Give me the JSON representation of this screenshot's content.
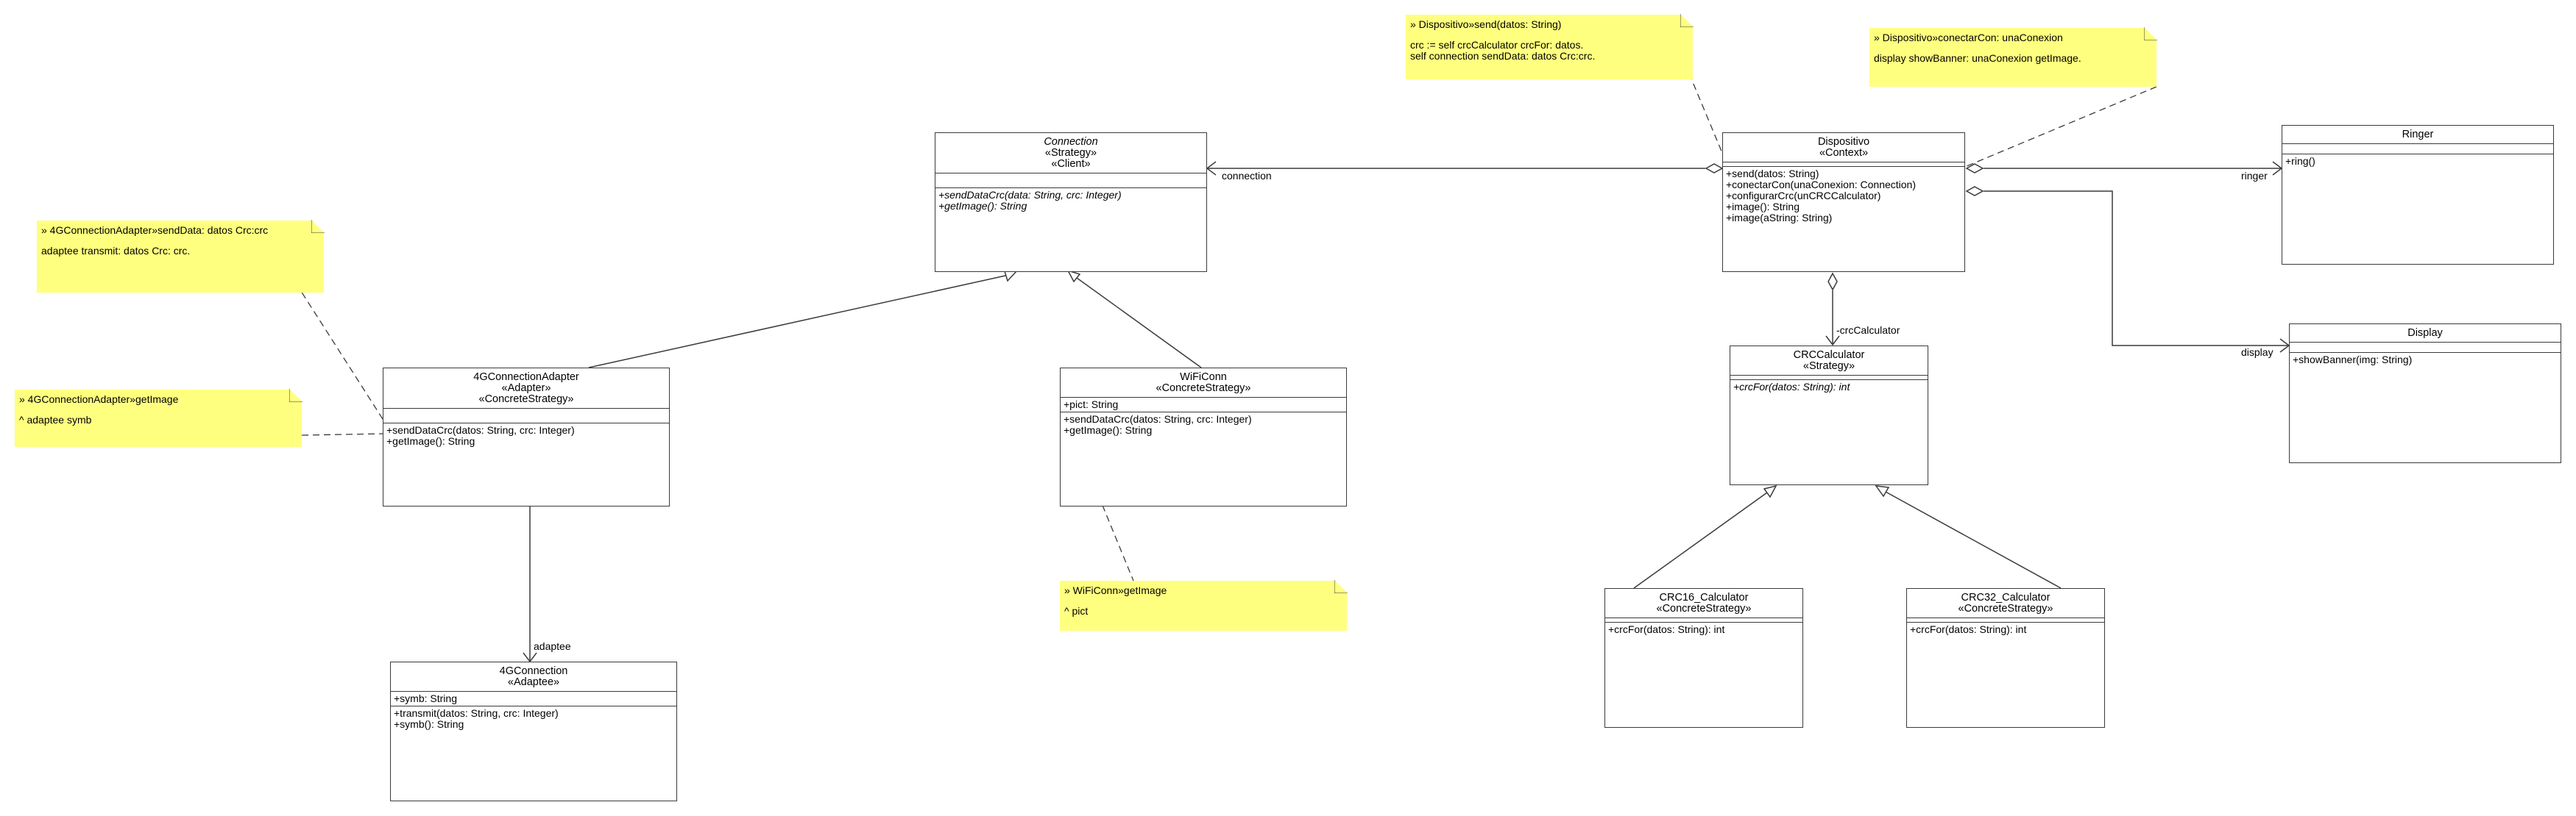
{
  "classes": {
    "connection": {
      "name": "Connection",
      "stereotypes": [
        "«Strategy»",
        "«Client»"
      ],
      "attributes": [],
      "operations": [
        "+sendDataCrc(data: String, crc: Integer)",
        "+getImage(): String"
      ]
    },
    "adapter4g": {
      "name": "4GConnectionAdapter",
      "stereotypes": [
        "«Adapter»",
        "«ConcreteStrategy»"
      ],
      "attributes": [],
      "operations": [
        "+sendDataCrc(datos: String, crc: Integer)",
        "+getImage(): String"
      ]
    },
    "wificonn": {
      "name": "WiFiConn",
      "stereotypes": [
        "«ConcreteStrategy»"
      ],
      "attributes": [
        "+pict: String"
      ],
      "operations": [
        "+sendDataCrc(datos: String, crc: Integer)",
        "+getImage(): String"
      ]
    },
    "connection4g": {
      "name": "4GConnection",
      "stereotypes": [
        "«Adaptee»"
      ],
      "attributes": [
        "+symb: String"
      ],
      "operations": [
        "+transmit(datos: String, crc: Integer)",
        "+symb(): String"
      ]
    },
    "dispositivo": {
      "name": "Dispositivo",
      "stereotypes": [
        "«Context»"
      ],
      "attributes": [],
      "operations": [
        "+send(datos: String)",
        "+conectarCon(unaConexion: Connection)",
        "+configurarCrc(unCRCCalculator)",
        "+image(): String",
        "+image(aString: String)"
      ]
    },
    "crccalculator": {
      "name": "CRCCalculator",
      "stereotypes": [
        "«Strategy»"
      ],
      "attributes": [],
      "operations": [
        "+crcFor(datos: String): int"
      ]
    },
    "crc16": {
      "name": "CRC16_Calculator",
      "stereotypes": [
        "«ConcreteStrategy»"
      ],
      "attributes": [],
      "operations": [
        "+crcFor(datos: String): int"
      ]
    },
    "crc32": {
      "name": "CRC32_Calculator",
      "stereotypes": [
        "«ConcreteStrategy»"
      ],
      "attributes": [],
      "operations": [
        "+crcFor(datos: String): int"
      ]
    },
    "ringer": {
      "name": "Ringer",
      "stereotypes": [],
      "attributes": [],
      "operations": [
        "+ring()"
      ]
    },
    "display": {
      "name": "Display",
      "stereotypes": [],
      "attributes": [],
      "operations": [
        "+showBanner(img: String)"
      ]
    }
  },
  "notes": {
    "adapter_send": {
      "lines": [
        "» 4GConnectionAdapter»sendData: datos Crc:crc",
        "",
        "adaptee transmit: datos Crc: crc."
      ]
    },
    "adapter_get": {
      "lines": [
        "» 4GConnectionAdapter»getImage",
        "",
        "^ adaptee symb"
      ]
    },
    "wifi_get": {
      "lines": [
        "» WiFiConn»getImage",
        "",
        "^ pict"
      ]
    },
    "disp_send": {
      "lines": [
        "» Dispositivo»send(datos: String)",
        "",
        "crc := self crcCalculator crcFor: datos.",
        "self connection sendData: datos Crc:crc."
      ]
    },
    "disp_conectar": {
      "lines": [
        "» Dispositivo»conectarCon: unaConexion",
        "",
        "display showBanner: unaConexion getImage."
      ]
    }
  },
  "labels": {
    "connection": "connection",
    "adaptee": "adaptee",
    "crcCalculator": "-crcCalculator",
    "ringer": "ringer",
    "display": "display"
  },
  "colors": {
    "note_fill": "#ffff7f",
    "line": "#3a3a3a"
  }
}
